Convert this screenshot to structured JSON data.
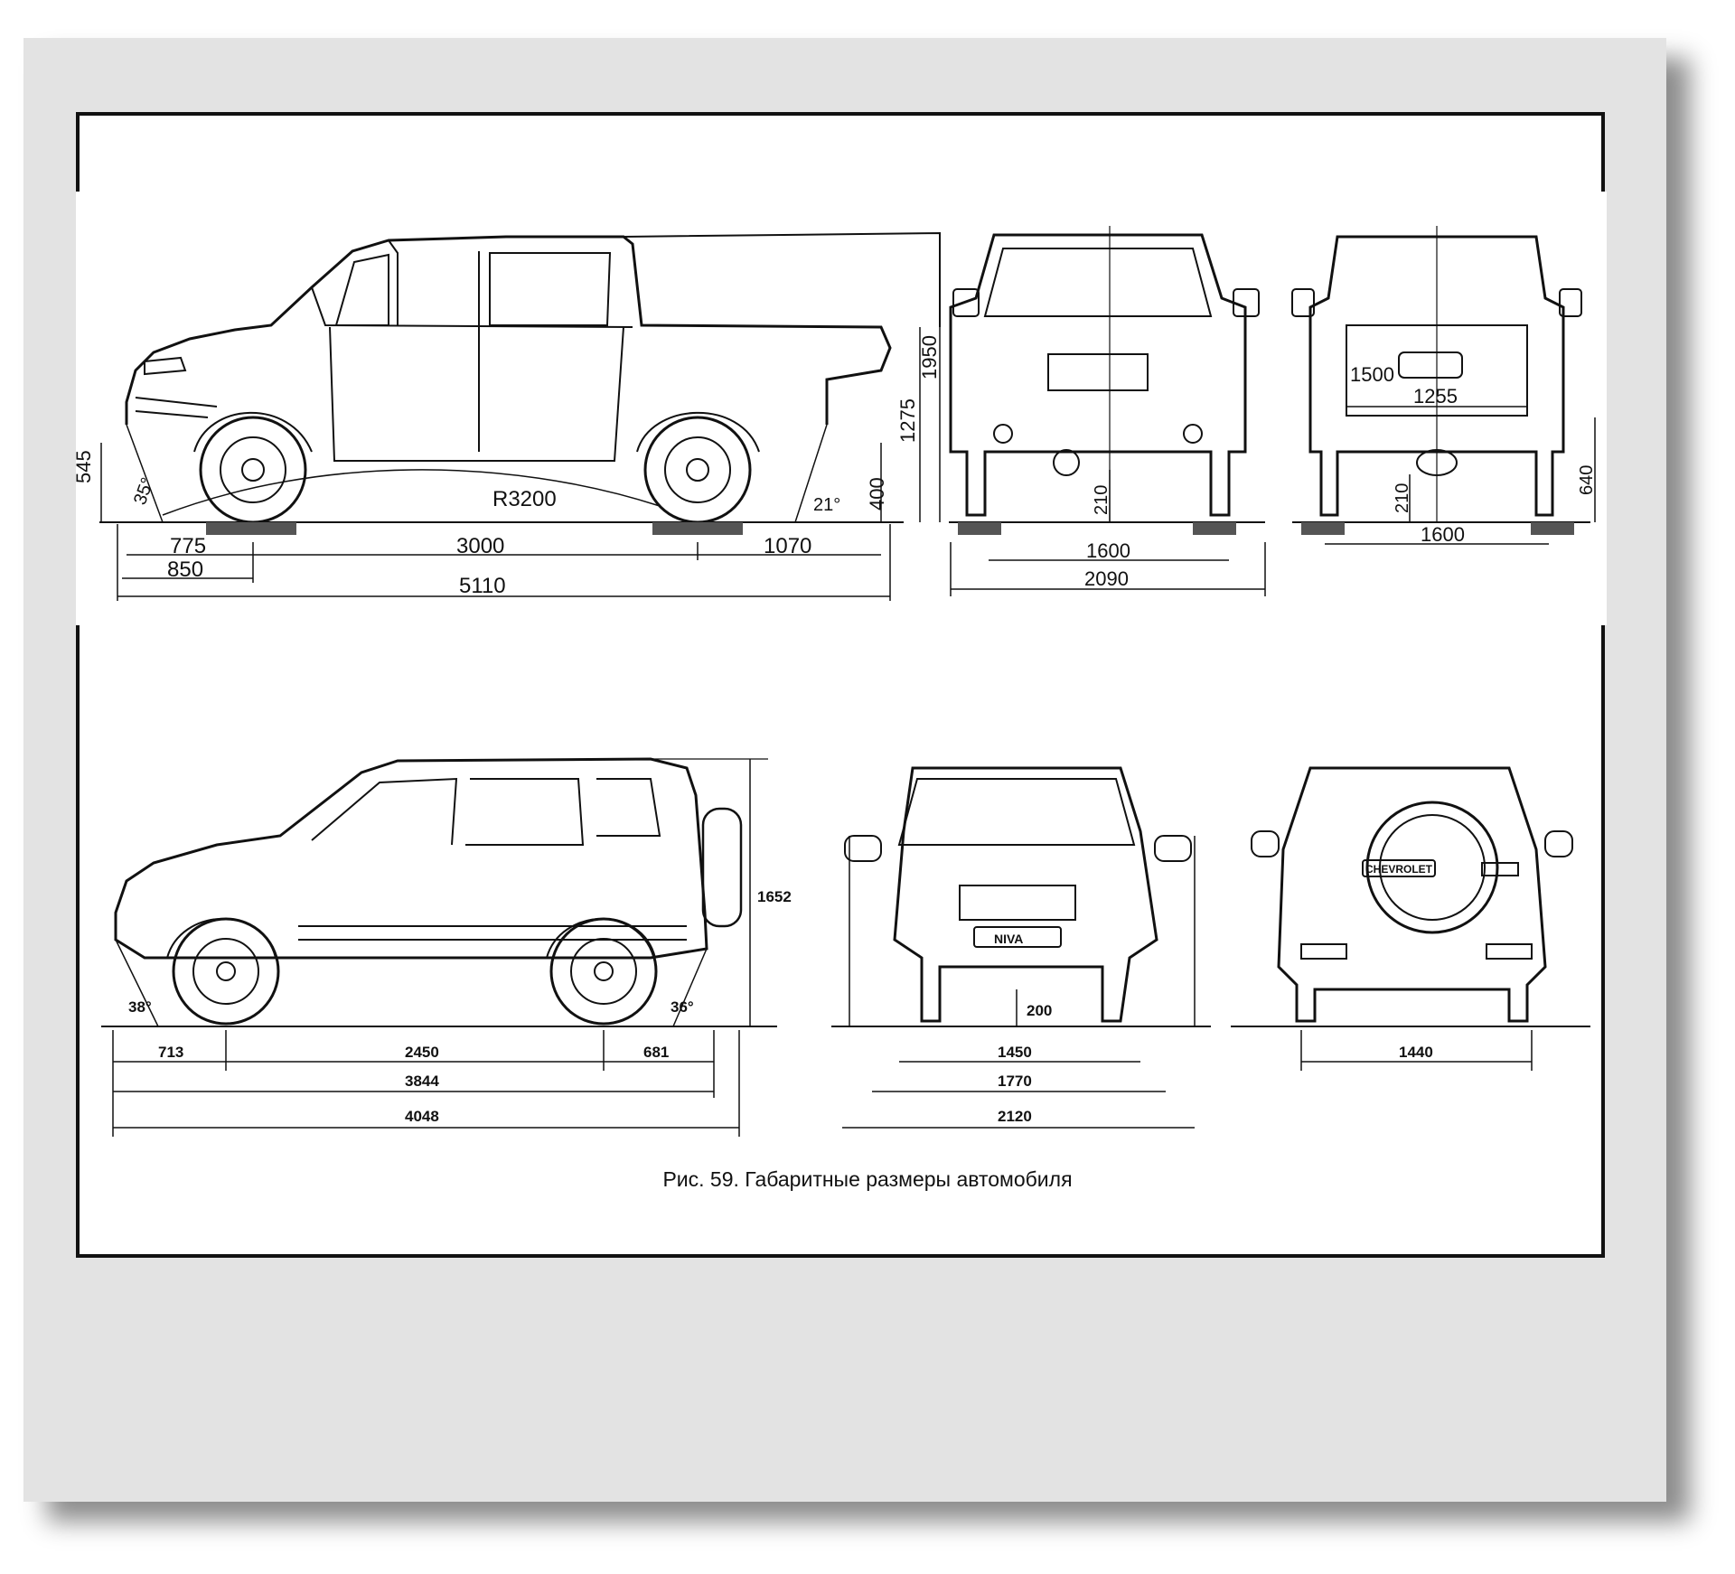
{
  "caption": "Рис. 59. Габаритные размеры автомобиля",
  "top_side": {
    "d_545": "545",
    "d_35": "35°",
    "d_r3200": "R3200",
    "d_21": "21°",
    "d_400": "400",
    "d_1275": "1275",
    "d_1950": "1950",
    "d_775": "775",
    "d_3000": "3000",
    "d_1070": "1070",
    "d_850": "850",
    "d_5110": "5110"
  },
  "top_front": {
    "d_210": "210",
    "d_1600": "1600",
    "d_2090": "2090"
  },
  "top_rear": {
    "d_1500": "1500",
    "d_1255": "1255",
    "d_210": "210",
    "d_640": "640",
    "d_1600": "1600"
  },
  "bottom_side": {
    "d_1652": "1652",
    "d_38": "38°",
    "d_36": "36°",
    "d_713": "713",
    "d_2450": "2450",
    "d_681": "681",
    "d_3844": "3844",
    "d_4048": "4048"
  },
  "bottom_front": {
    "d_200": "200",
    "d_1450": "1450",
    "d_1770": "1770",
    "d_2120": "2120",
    "badge": "NIVA"
  },
  "bottom_rear": {
    "d_1440": "1440",
    "badge": "CHEVROLET"
  }
}
